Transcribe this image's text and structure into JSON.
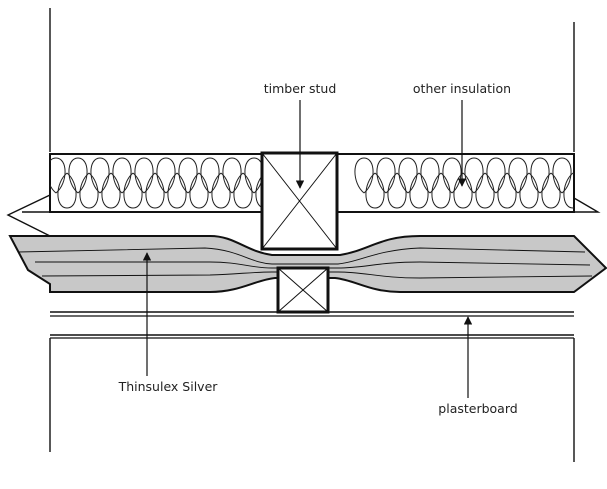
{
  "labels": {
    "timber_stud": "timber stud",
    "other_insulation": "other insulation",
    "thinsulex_silver": "Thinsulex Silver",
    "plasterboard": "plasterboard"
  },
  "colors": {
    "line": "#111111",
    "thinsulex_fill": "#c8c8c8",
    "background": "#ffffff"
  }
}
